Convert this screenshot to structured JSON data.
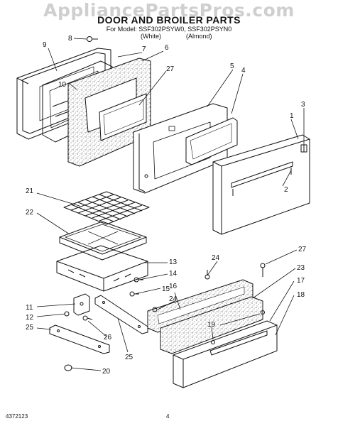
{
  "watermark": "AppliancePartsPros.com",
  "header": {
    "title": "DOOR AND BROILER PARTS",
    "subtitle": "For Model: SSF302PSYW0, SSF302PSYN0",
    "variant_left": "(White)",
    "variant_right": "(Almond)"
  },
  "callouts": [
    "1",
    "2",
    "3",
    "4",
    "5",
    "6",
    "7",
    "8",
    "9",
    "10",
    "11",
    "12",
    "13",
    "14",
    "15",
    "16",
    "17",
    "18",
    "19",
    "20",
    "21",
    "22",
    "23",
    "24",
    "24",
    "25",
    "25",
    "26",
    "27",
    "27"
  ],
  "footer": {
    "code": "4372123",
    "page": "4"
  }
}
